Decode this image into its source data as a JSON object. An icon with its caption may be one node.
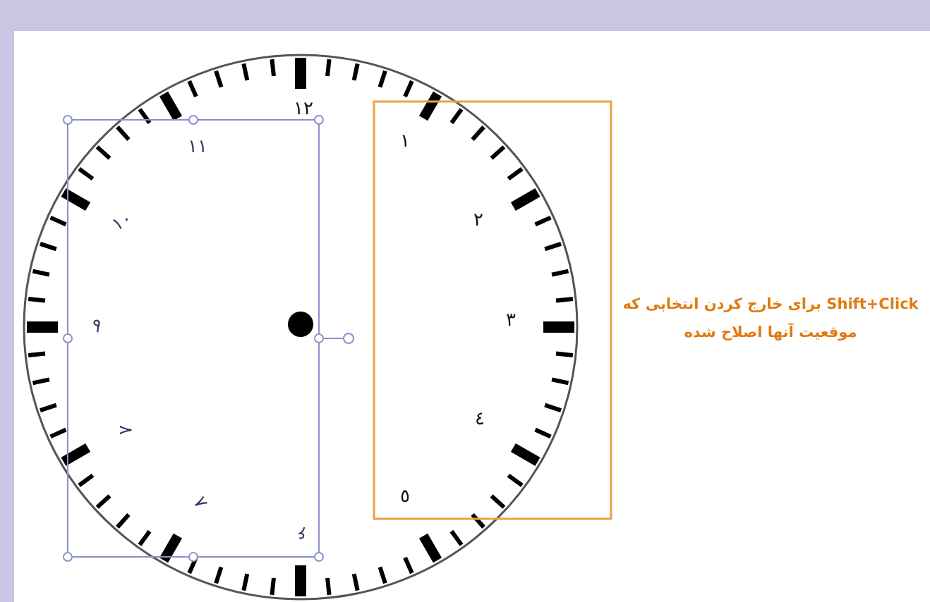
{
  "diagram": {
    "labels": [
      "۱۲",
      "۱",
      "۲",
      "۳",
      "٤",
      "٥",
      "۶",
      "۷",
      "۸",
      "۹",
      "۱۰",
      "۱۱",
      "Shift+Click برای خارج کردن انتخابی که موقعیت آنها اصلاح شده"
    ]
  }
}
